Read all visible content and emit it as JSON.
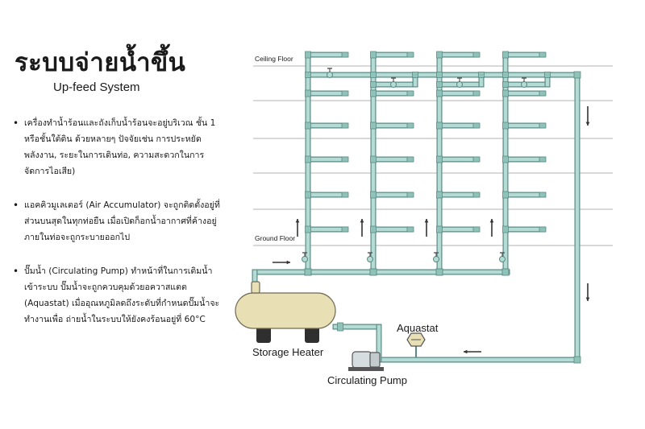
{
  "title": "ระบบจ่ายน้ำขึ้น",
  "subtitle": "Up-feed System",
  "bullets": [
    "เครื่องทำน้ำร้อนและถังเก็บน้ำร้อนจะอยู่บริเวณ ชั้น 1 หรือชั้นใต้ดิน ด้วยหลายๆ ปัจจัยเช่น การประหยัดพลังงาน, ระยะในการเดินท่อ, ความสะดวกในการจัดการไอเสีย)",
    "แอคคิวมูเลเตอร์ (Air Accumulator) จะถูกติดตั้งอยู่ที่ส่วนบนสุดในทุกท่อยืน เมื่อเปิดก็อกน้ำอากาศที่ค้างอยู่ภายในท่อจะถูกระบายออกไป",
    "ปั๊มน้ำ (Circulating Pump) ทำหน้าที่ในการเติมน้ำเข้าระบบ ปั๊มน้ำจะถูกควบคุมด้วยอควาสแตต (Aquastat) เมื่ออุณหภูมิลดถึงระดับที่กำหนดปั๊มน้ำจะทำงานเพื่อ ถ่ายน้ำในระบบให้ยังคงร้อนอยู่ที่ 60°C"
  ],
  "labels": {
    "ceiling_floor": "Ceiling Floor",
    "ground_floor": "Ground Floor",
    "storage_heater": "Storage Heater",
    "circulating_pump": "Circulating Pump",
    "aquastat": "Aquastat"
  },
  "colors": {
    "pipe": "#b4dcd4",
    "pipe_outline": "#5a8a86",
    "fitting": "#8fc2b9",
    "heater_body": "#e9dfb4",
    "heater_legs": "#2f2f2f",
    "floor_line": "#9a9a9a",
    "arrow": "#333333"
  }
}
